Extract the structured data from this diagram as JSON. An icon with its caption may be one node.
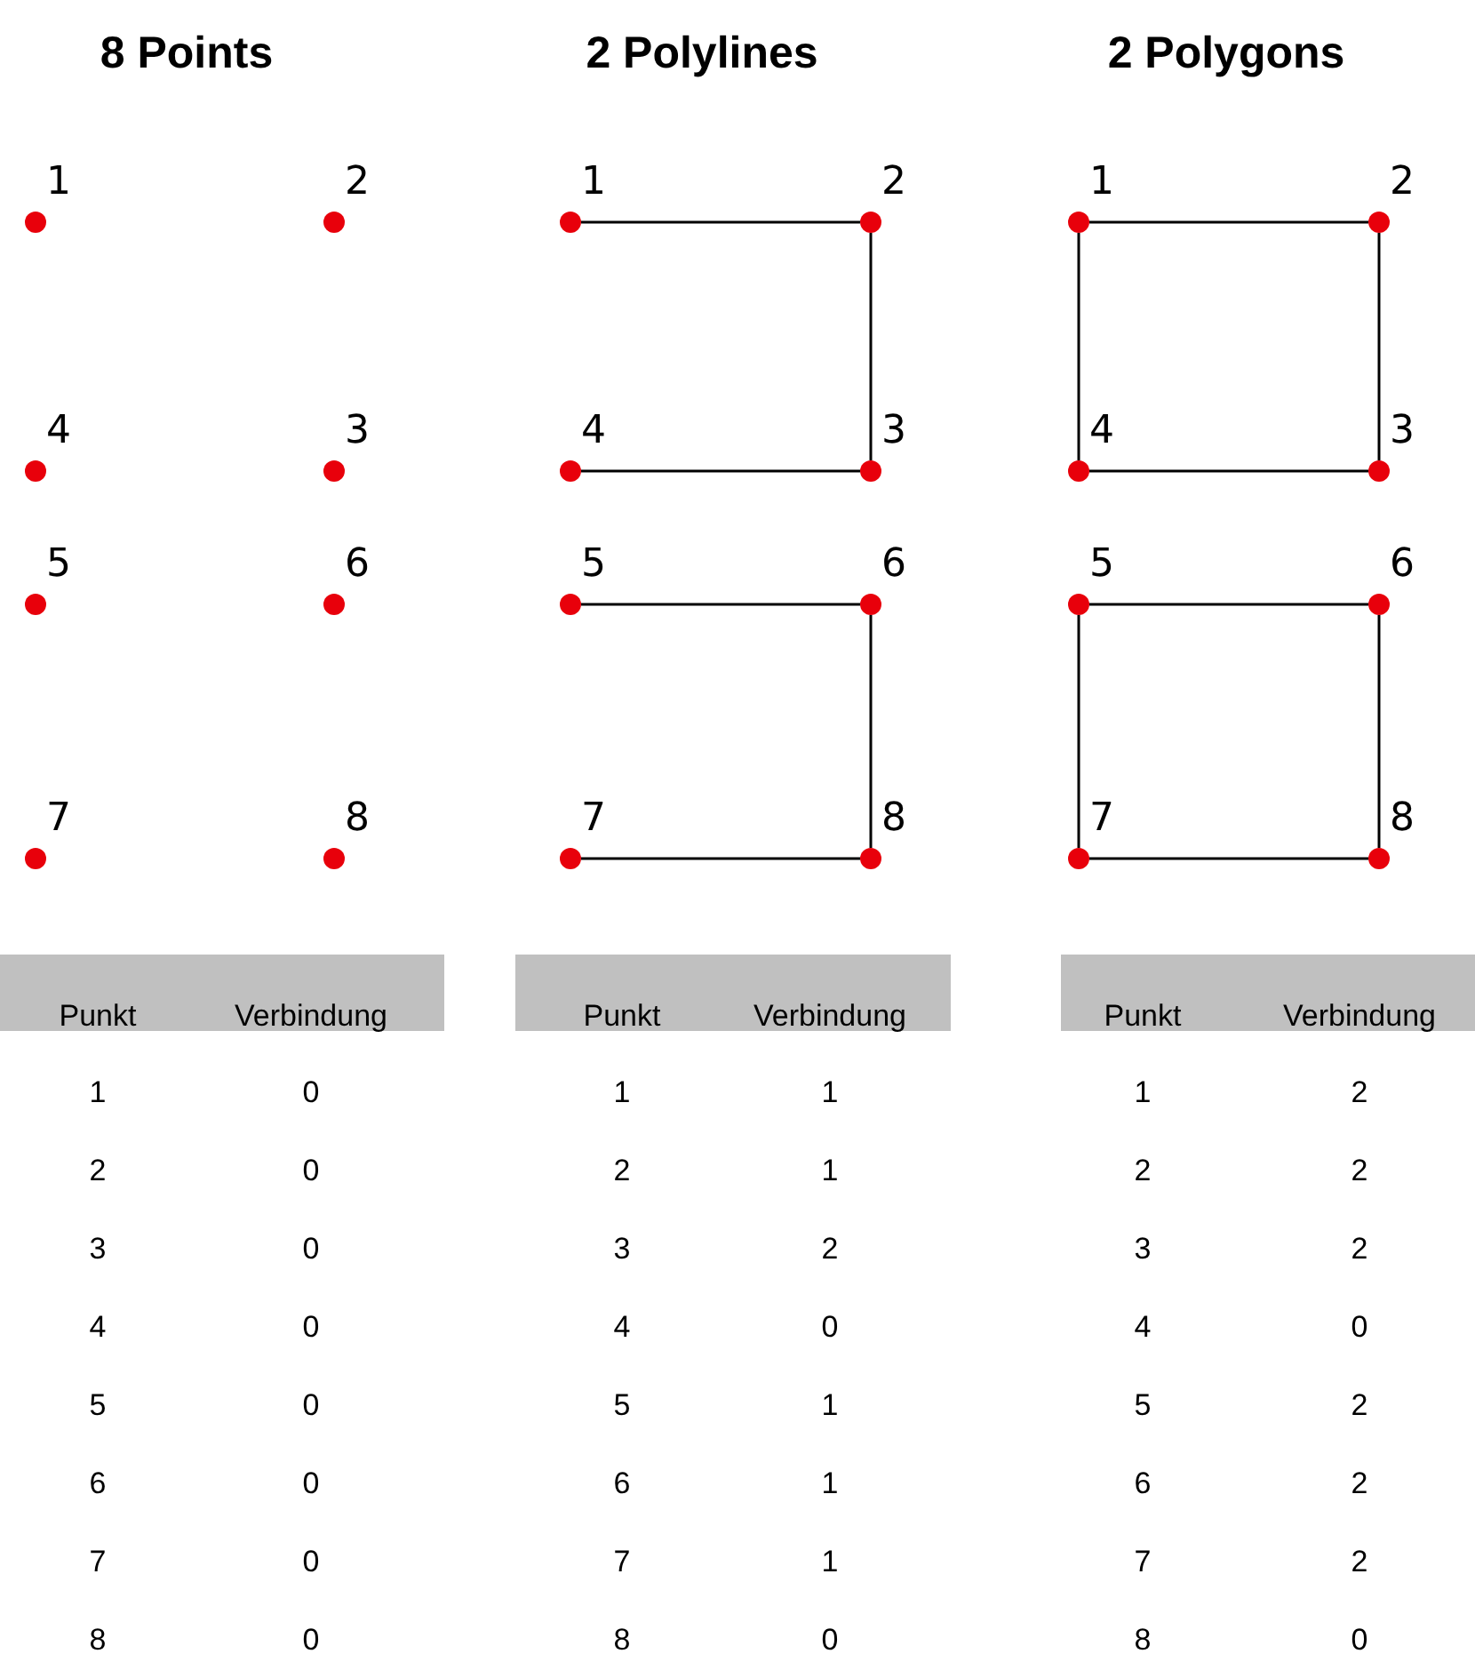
{
  "diagram": {
    "nodes": [
      {
        "text": [],
        "shape": "circle",
        "beside": [
          "1"
        ]
      },
      {
        "text": [],
        "shape": "circle",
        "beside": [
          "2"
        ]
      },
      {
        "text": [],
        "shape": "circle",
        "beside": [
          "4"
        ]
      },
      {
        "text": [],
        "shape": "circle",
        "beside": [
          "3"
        ]
      },
      {
        "text": [],
        "shape": "circle",
        "beside": [
          "5"
        ]
      },
      {
        "text": [],
        "shape": "circle",
        "beside": [
          "6"
        ]
      },
      {
        "text": [],
        "shape": "circle",
        "beside": [
          "7"
        ]
      },
      {
        "text": [],
        "shape": "circle",
        "beside": [
          "8"
        ]
      },
      {
        "text": [],
        "shape": "circle",
        "beside": [
          "1"
        ]
      },
      {
        "text": [],
        "shape": "circle",
        "beside": [
          "2"
        ]
      },
      {
        "text": [],
        "shape": "circle",
        "beside": [
          "4"
        ]
      },
      {
        "text": [],
        "shape": "circle",
        "beside": [
          "3"
        ]
      },
      {
        "text": [],
        "shape": "circle",
        "beside": [
          "5"
        ]
      },
      {
        "text": [],
        "shape": "circle",
        "beside": [
          "6"
        ]
      },
      {
        "text": [],
        "shape": "circle",
        "beside": [
          "7"
        ]
      },
      {
        "text": [],
        "shape": "circle",
        "beside": [
          "8"
        ]
      },
      {
        "text": [],
        "shape": "circle",
        "beside": [
          "1"
        ]
      },
      {
        "text": [],
        "shape": "circle",
        "beside": [
          "2"
        ]
      },
      {
        "text": [],
        "shape": "circle",
        "beside": [
          "4"
        ]
      },
      {
        "text": [],
        "shape": "circle",
        "beside": [
          "3"
        ]
      },
      {
        "text": [],
        "shape": "circle",
        "beside": [
          "5"
        ]
      },
      {
        "text": [],
        "shape": "circle",
        "beside": [
          "6"
        ]
      },
      {
        "text": [],
        "shape": "circle",
        "beside": [
          "7"
        ]
      },
      {
        "text": [],
        "shape": "circle",
        "beside": [
          "8"
        ]
      }
    ],
    "edges": [
      {
        "from": 8,
        "to": 9,
        "arrow": "none"
      },
      {
        "from": 9,
        "to": 11,
        "arrow": "none"
      },
      {
        "from": 10,
        "to": 11,
        "arrow": "none"
      },
      {
        "from": 12,
        "to": 13,
        "arrow": "none"
      },
      {
        "from": 13,
        "to": 15,
        "arrow": "none"
      },
      {
        "from": 14,
        "to": 15,
        "arrow": "none"
      },
      {
        "from": 16,
        "to": 17,
        "arrow": "none"
      },
      {
        "from": 17,
        "to": 19,
        "arrow": "none"
      },
      {
        "from": 19,
        "to": 18,
        "arrow": "none"
      },
      {
        "from": 18,
        "to": 16,
        "arrow": "none"
      },
      {
        "from": 20,
        "to": 21,
        "arrow": "none"
      },
      {
        "from": 21,
        "to": 23,
        "arrow": "none"
      },
      {
        "from": 23,
        "to": 22,
        "arrow": "none"
      },
      {
        "from": 22,
        "to": 20,
        "arrow": "none"
      }
    ],
    "labels": [
      "8 Points",
      "2 Polylines",
      "2 Polygons",
      "Punkt",
      "Verbindung",
      "1",
      "0",
      "2",
      "0",
      "3",
      "0",
      "4",
      "0",
      "5",
      "0",
      "6",
      "0",
      "7",
      "0",
      "8",
      "0",
      "Punkt",
      "Verbindung",
      "1",
      "1",
      "2",
      "1",
      "3",
      "2",
      "4",
      "0",
      "5",
      "1",
      "6",
      "1",
      "7",
      "1",
      "8",
      "0",
      "Punkt",
      "Verbindung",
      "1",
      "2",
      "2",
      "2",
      "3",
      "2",
      "4",
      "0",
      "5",
      "2",
      "6",
      "2",
      "7",
      "2",
      "8",
      "0"
    ]
  }
}
